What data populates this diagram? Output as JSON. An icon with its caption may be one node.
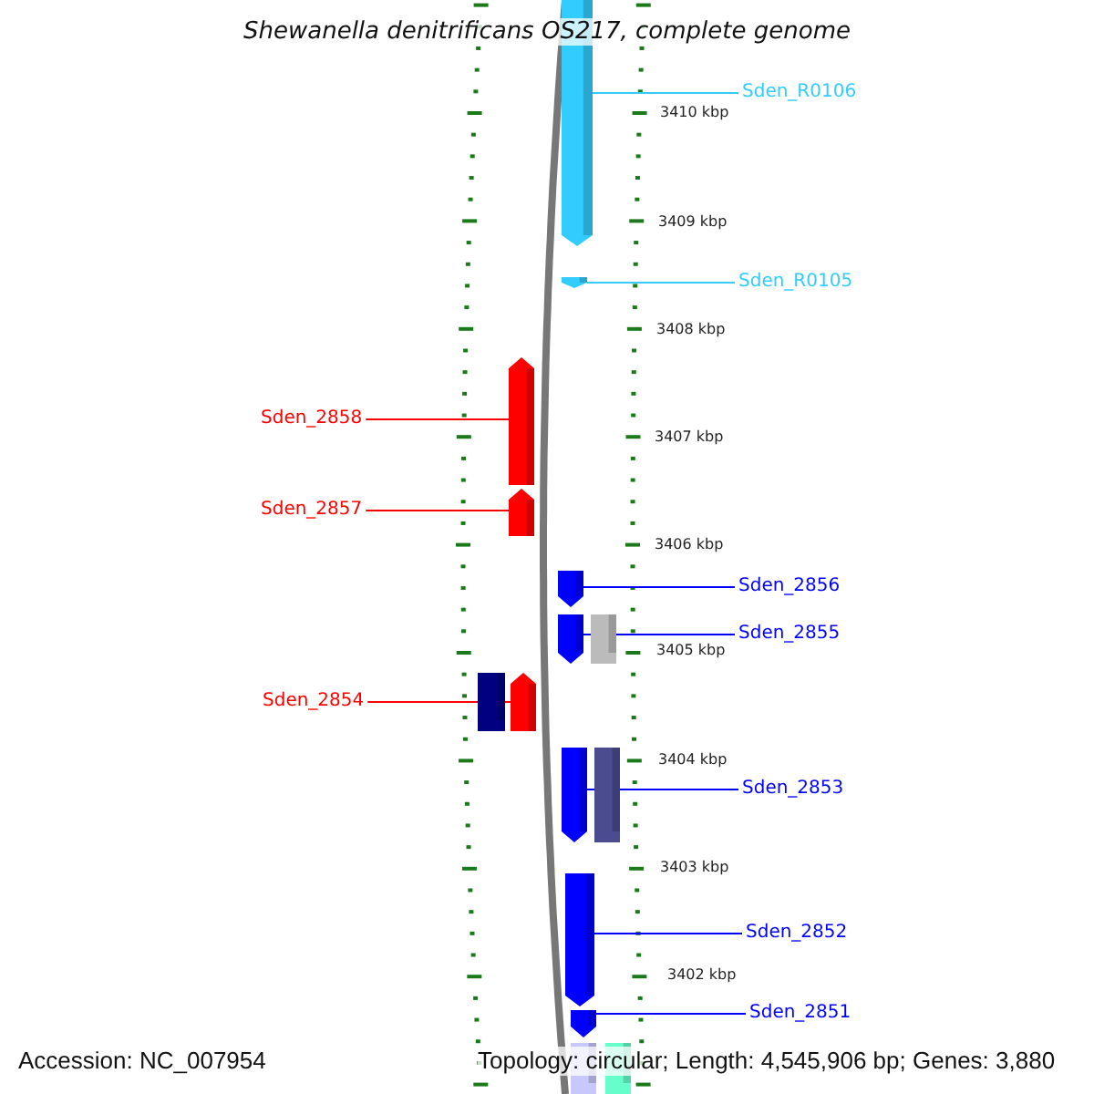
{
  "diagram": {
    "title": "Shewanella denitrificans OS217, complete genome",
    "nodes": [
      {
        "text": [
          "Sden_R0106"
        ]
      },
      {
        "text": [],
        "shape": "pentagon"
      },
      {
        "text": [
          "Sden_R0105"
        ]
      },
      {
        "text": [],
        "shape": "pentagon"
      },
      {
        "text": [
          "Sden_2858"
        ]
      },
      {
        "text": [],
        "shape": "pentagon"
      },
      {
        "text": [
          "Sden_2857"
        ]
      },
      {
        "text": [],
        "shape": "pentagon"
      },
      {
        "text": [
          "Sden_2856"
        ]
      },
      {
        "text": [],
        "shape": "pentagon"
      },
      {
        "text": [
          "Sden_2855"
        ]
      },
      {
        "text": [],
        "shape": "pentagon"
      },
      {
        "text": [],
        "shape": "bar"
      },
      {
        "text": [
          "Sden_2854"
        ]
      },
      {
        "text": [],
        "shape": "bar"
      },
      {
        "text": [],
        "shape": "pentagon"
      },
      {
        "text": [
          "Sden_2853"
        ]
      },
      {
        "text": [],
        "shape": "pentagon"
      },
      {
        "text": [],
        "shape": "bar"
      },
      {
        "text": [
          "Sden_2852"
        ]
      },
      {
        "text": [],
        "shape": "pentagon"
      },
      {
        "text": [
          "Sden_2851"
        ]
      },
      {
        "text": [],
        "shape": "pentagon"
      },
      {
        "text": [],
        "shape": "bar"
      },
      {
        "text": [],
        "shape": "bar"
      }
    ],
    "edges": [
      {
        "from": 0,
        "to": 1,
        "arrow": "none",
        "color": "#33ccff"
      },
      {
        "from": 2,
        "to": 3,
        "arrow": "none",
        "color": "#33ccff"
      },
      {
        "from": 4,
        "to": 5,
        "arrow": "none",
        "color": "#ff0000"
      },
      {
        "from": 6,
        "to": 7,
        "arrow": "none",
        "color": "#ff0000"
      },
      {
        "from": 8,
        "to": 9,
        "arrow": "none"
      },
      {
        "from": 10,
        "to": 11,
        "arrow": "none"
      },
      {
        "from": 13,
        "to": 15,
        "arrow": "none",
        "color": "#ff0000"
      },
      {
        "from": 16,
        "to": 17,
        "arrow": "none"
      },
      {
        "from": 19,
        "to": 20,
        "arrow": "none"
      },
      {
        "from": 21,
        "to": 22,
        "arrow": "none"
      }
    ],
    "labels": [
      "3410 kbp",
      "3409 kbp",
      "3408 kbp",
      "3407 kbp",
      "3406 kbp",
      "3405 kbp",
      "3404 kbp",
      "3403 kbp",
      "3402 kbp",
      "Accession: NC_007954",
      "Topology: circular; Length: 4,545,906 bp; Genes: 3,880"
    ]
  }
}
